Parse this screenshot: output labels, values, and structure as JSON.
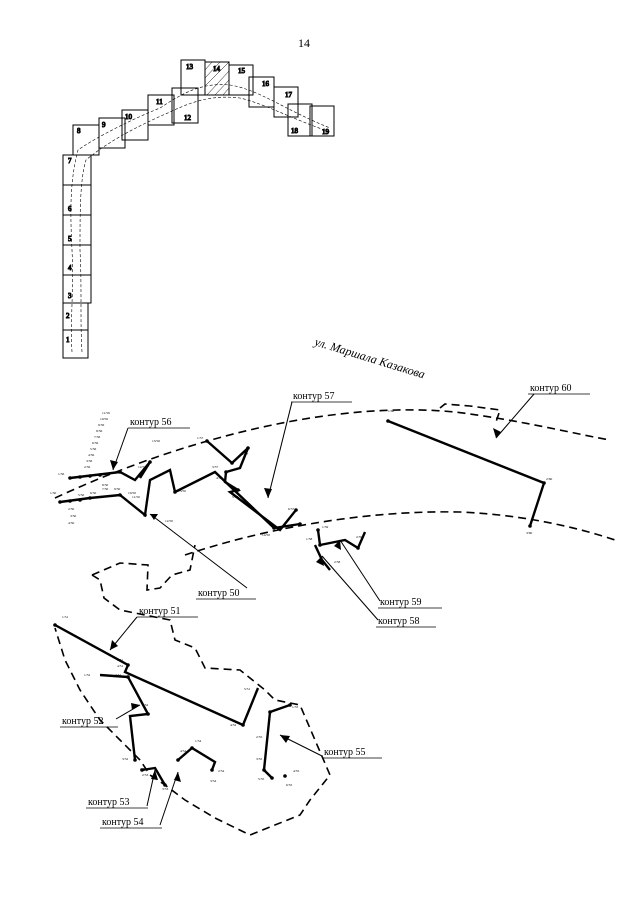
{
  "page_number": "14",
  "street_label": "ул. Маршала Казакова",
  "index_sheets": [
    "1",
    "2",
    "3",
    "4",
    "5",
    "6",
    "7",
    "8",
    "9",
    "10",
    "11",
    "12",
    "13",
    "14",
    "15",
    "16",
    "17",
    "18",
    "19"
  ],
  "contour_labels": {
    "c50": "контур 50",
    "c51": "контур 51",
    "c52": "контур 52",
    "c53": "контур 53",
    "c54": "контур 54",
    "c55": "контур 55",
    "c56": "контур 56",
    "c57": "контур 57",
    "c58": "контур 58",
    "c59": "контур 59",
    "c60": "контур 60"
  },
  "point_labels": {
    "c60": [
      "1/60",
      "2/60",
      "3/60"
    ],
    "c57": [
      "1/57",
      "2/57",
      "3/57",
      "4/57",
      "5/57",
      "6/57"
    ],
    "c56": [
      "1/56",
      "2/56",
      "3/56",
      "4/56",
      "5/56",
      "6/56",
      "7/56",
      "8/56",
      "9/56",
      "10/56",
      "11/56",
      "12/56",
      "13/56"
    ],
    "c50": [
      "1/50",
      "2/50",
      "3/50",
      "4/50",
      "5/50",
      "6/50",
      "7/50",
      "8/50",
      "9/50",
      "10/50",
      "11/50",
      "12/50",
      "13/50",
      "14/50"
    ],
    "c58": [
      "1/58",
      "2/58"
    ],
    "c59": [
      "1/59",
      "2/59"
    ],
    "c51": [
      "1/51",
      "2/51",
      "3/51",
      "4/51",
      "5/51"
    ],
    "c52": [
      "1/52",
      "2/52",
      "3/52",
      "4/52"
    ],
    "c53": [
      "1/53",
      "2/53",
      "3/53"
    ],
    "c54": [
      "1/54",
      "2/54",
      "3/54",
      "4/54"
    ],
    "c55": [
      "1/55",
      "2/55",
      "3/55",
      "4/55",
      "5/55",
      "6/55"
    ]
  }
}
